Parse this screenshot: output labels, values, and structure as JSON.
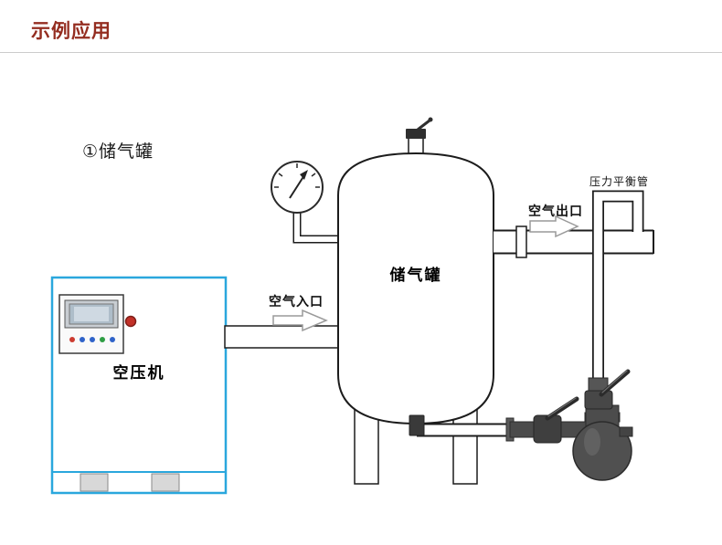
{
  "page": {
    "title": "示例应用",
    "colors": {
      "title": "#942d20",
      "divider": "#cccccc",
      "background": "#ffffff"
    }
  },
  "diagram": {
    "section_label": "①储气罐",
    "equipment": {
      "compressor_label": "空压机",
      "tank_label": "储气罐"
    },
    "flow_labels": {
      "air_inlet": "空气入口",
      "air_outlet": "空气出口",
      "balance_pipe": "压力平衡管"
    },
    "colors": {
      "outline": "#1c1c1c",
      "compressor_border": "#2aa7dd",
      "valve_body": "#4a4a4a",
      "arrow_outline": "#9a9a9a"
    },
    "icons": {
      "gauge": "pressure-gauge-icon",
      "inlet_arrow": "flow-arrow-right-icon",
      "outlet_arrow": "flow-arrow-right-icon",
      "safety_valve": "safety-valve-icon",
      "drain_valve": "drain-valve-icon"
    }
  }
}
